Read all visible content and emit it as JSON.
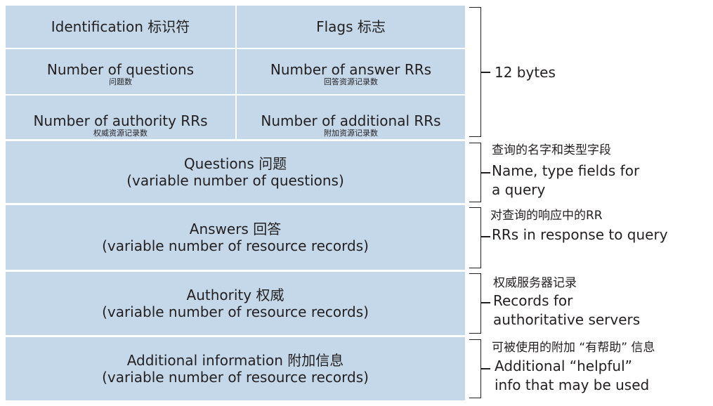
{
  "header_fields": {
    "identification": {
      "label": "Identification 标识符"
    },
    "flags": {
      "label": "Flags 标志"
    },
    "num_questions": {
      "label": "Number of questions",
      "sub": "问题数"
    },
    "num_answer_rrs": {
      "label": "Number of answer RRs",
      "sub": "回答资源记录数"
    },
    "num_authority_rrs": {
      "label": "Number of authority RRs",
      "sub": "权威资源记录数"
    },
    "num_additional_rrs": {
      "label": "Number of additional RRs",
      "sub": "附加资源记录数"
    }
  },
  "sections": {
    "questions": {
      "label": "Questions 问题",
      "detail": "(variable number of questions)"
    },
    "answers": {
      "label": "Answers 回答",
      "detail": "(variable number of resource records)"
    },
    "authority": {
      "label": "Authority 权威",
      "detail": "(variable number of resource records)"
    },
    "additional": {
      "label": "Additional information 附加信息",
      "detail": "(variable number of resource records)"
    }
  },
  "annotations": {
    "header": {
      "en_line1": "12 bytes"
    },
    "questions": {
      "cn": "查询的名字和类型字段",
      "en_line1": "Name, type fields for",
      "en_line2": "a query"
    },
    "answers": {
      "cn": "对查询的响应中的RR",
      "en_line1": "RRs in response to query"
    },
    "authority": {
      "cn": "权威服务器记录",
      "en_line1": "Records for",
      "en_line2": "authoritative servers"
    },
    "additional": {
      "cn": "可被使用的附加 “有帮助” 信息",
      "en_line1": "Additional “helpful”",
      "en_line2": "info that may be used"
    }
  },
  "colors": {
    "box_fill": "#c5d8ea",
    "line": "#231f20",
    "background": "#ffffff"
  }
}
